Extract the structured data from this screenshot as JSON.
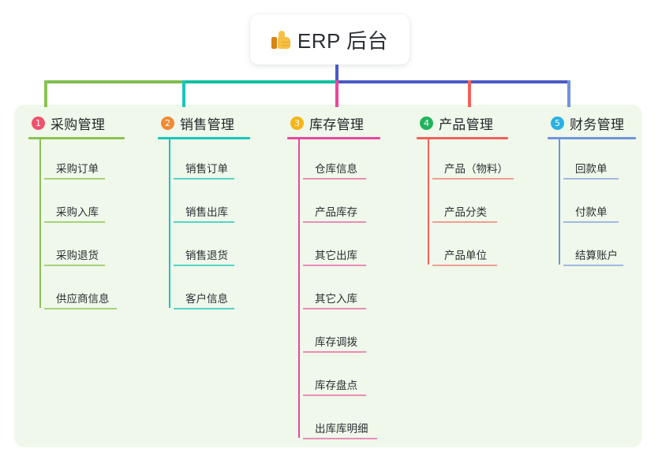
{
  "root": {
    "icon": "thumbs-up-icon",
    "title": "ERP 后台"
  },
  "colors": {
    "panel_background": "#eff8ea",
    "root_connector": "#4a5bc4",
    "canvas_background": "#ffffff"
  },
  "columns": [
    {
      "index": "1",
      "title": "采购管理",
      "line_color": "#8cc152",
      "badge_color": "#f0516e",
      "head_rule_width": 122,
      "items": [
        {
          "label": "采购订单",
          "rule_width": 77
        },
        {
          "label": "采购入库",
          "rule_width": 77
        },
        {
          "label": "采购退货",
          "rule_width": 77
        },
        {
          "label": "供应商信息",
          "rule_width": 92
        }
      ]
    },
    {
      "index": "2",
      "title": "销售管理",
      "line_color": "#17c7bb",
      "badge_color": "#f08a33",
      "head_rule_width": 117,
      "items": [
        {
          "label": "销售订单",
          "rule_width": 77
        },
        {
          "label": "销售出库",
          "rule_width": 77
        },
        {
          "label": "销售退货",
          "rule_width": 77
        },
        {
          "label": "客户信息",
          "rule_width": 77
        }
      ]
    },
    {
      "index": "3",
      "title": "库存管理",
      "line_color": "#e8489b",
      "badge_color": "#f5b517",
      "head_rule_width": 118,
      "items": [
        {
          "label": "仓库信息",
          "rule_width": 80
        },
        {
          "label": "产品库存",
          "rule_width": 80
        },
        {
          "label": "其它出库",
          "rule_width": 80
        },
        {
          "label": "其它入库",
          "rule_width": 80
        },
        {
          "label": "库存调拨",
          "rule_width": 80
        },
        {
          "label": "库存盘点",
          "rule_width": 80
        },
        {
          "label": "出库库明细",
          "rule_width": 94
        }
      ]
    },
    {
      "index": "4",
      "title": "产品管理",
      "line_color": "#f2605a",
      "badge_color": "#22b45d",
      "head_rule_width": 116,
      "items": [
        {
          "label": "产品（物料）",
          "rule_width": 103
        },
        {
          "label": "产品分类",
          "rule_width": 82
        },
        {
          "label": "产品单位",
          "rule_width": 82
        }
      ]
    },
    {
      "index": "5",
      "title": "财务管理",
      "line_color": "#6f93dd",
      "badge_color": "#29b1e3",
      "head_rule_width": 112,
      "items": [
        {
          "label": "回款单",
          "rule_width": 70
        },
        {
          "label": "付款单",
          "rule_width": 70
        },
        {
          "label": "结算账户",
          "rule_width": 76
        }
      ]
    }
  ],
  "layout": {
    "column_left": [
      36,
      200,
      364,
      528,
      694
    ],
    "drop_left": [
      56,
      231,
      425,
      593,
      719
    ]
  }
}
